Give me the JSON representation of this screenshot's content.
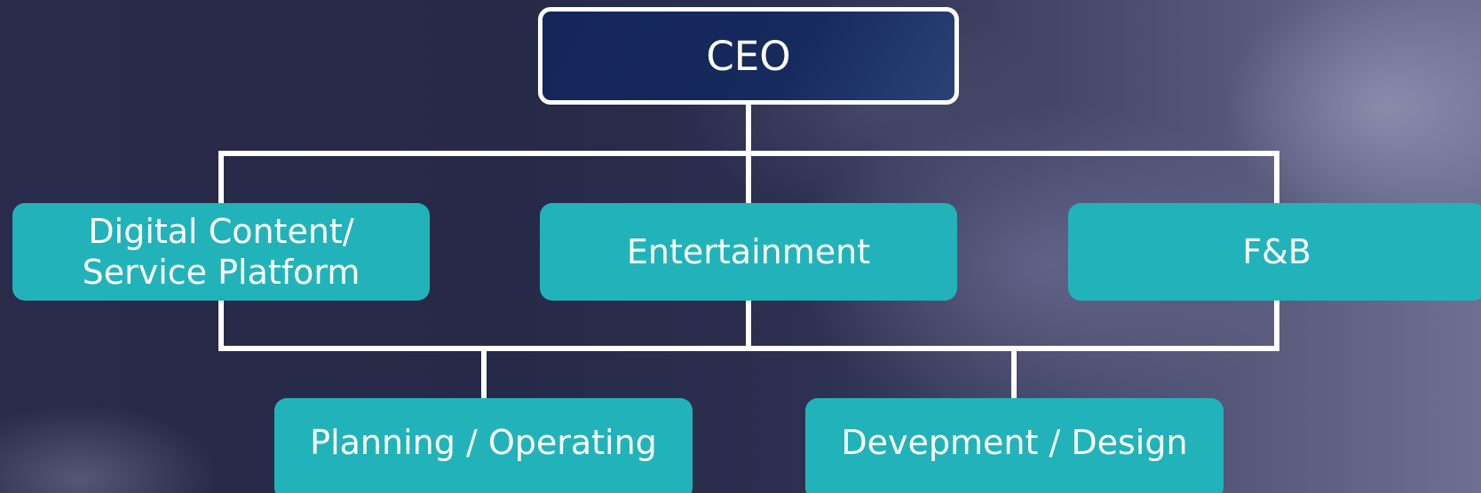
{
  "org_chart": {
    "top": {
      "label": "CEO"
    },
    "divisions": [
      {
        "id": "digital",
        "label": "Digital Content/\nService Platform"
      },
      {
        "id": "entertainment",
        "label": "Entertainment"
      },
      {
        "id": "fnb",
        "label": "F&B"
      }
    ],
    "functions": [
      {
        "id": "planning",
        "label": "Planning / Operating"
      },
      {
        "id": "development",
        "label": "Devepment / Design"
      }
    ]
  },
  "colors": {
    "ceo_fill": "#14265a",
    "unit_fill": "#22b3ba",
    "connector": "#ffffff",
    "text": "#ffffff"
  }
}
